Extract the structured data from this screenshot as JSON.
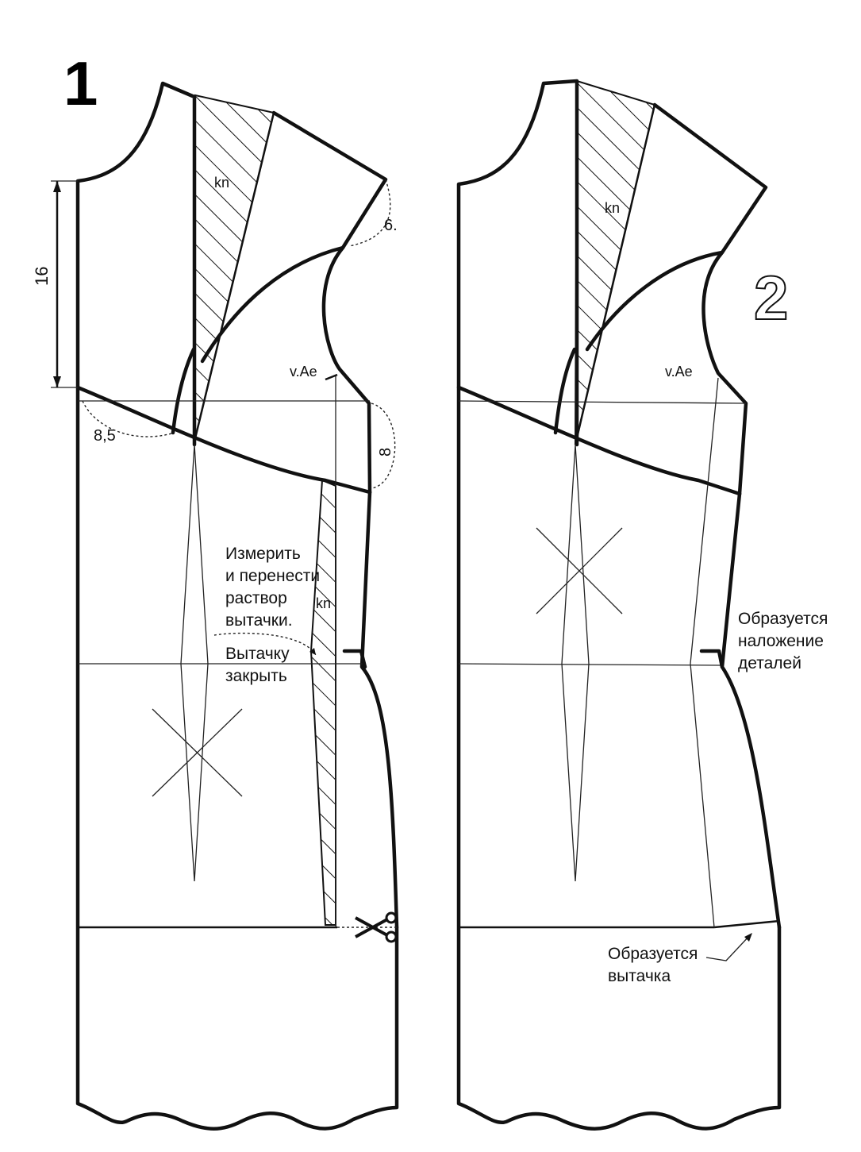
{
  "figures": [
    {
      "number": "1",
      "labels": {
        "height": "16",
        "shoulder": "6.",
        "armhole_ref": "v.Ae",
        "side": "8",
        "bust": "8,5",
        "hatch_top": "kn",
        "hatch_side": "kn"
      },
      "notes": {
        "measure": [
          "Измерить",
          "и перенести",
          "раствор",
          "вытачки."
        ],
        "close": [
          "Вытачку",
          "закрыть"
        ]
      }
    },
    {
      "number": "2",
      "labels": {
        "armhole_ref": "v.Ae",
        "hatch_top": "kn"
      },
      "notes": {
        "overlap": [
          "Образуется",
          "наложение",
          "деталей"
        ],
        "dart": [
          "Образуется",
          "вытачка"
        ]
      }
    }
  ],
  "colors": {
    "ink": "#111111",
    "paper": "#ffffff"
  },
  "icons": [
    "scissors-icon"
  ]
}
